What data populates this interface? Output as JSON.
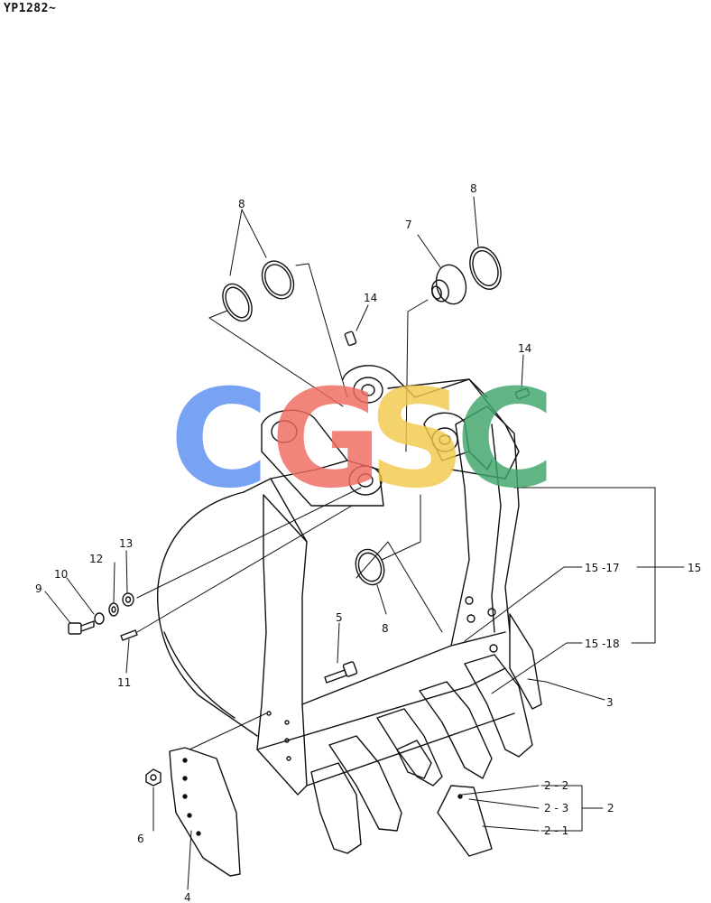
{
  "model_code": "YP1282~",
  "watermark": {
    "letters": [
      "C",
      "G",
      "S",
      "C"
    ],
    "colors": [
      "#5b8ff0",
      "#ef6a5f",
      "#f2c94c",
      "#3fa66b"
    ]
  },
  "labels": {
    "p2": "2",
    "p2_1": "2 - 1",
    "p2_2": "2 - 2",
    "p2_3": "2 - 3",
    "p3": "3",
    "p4": "4",
    "p5": "5",
    "p6": "6",
    "p7": "7",
    "p8a": "8",
    "p8b": "8",
    "p8c": "8",
    "p9": "9",
    "p10": "10",
    "p11": "11",
    "p12": "12",
    "p13": "13",
    "p14a": "14",
    "p14b": "14",
    "p15": "15",
    "p15_17": "15 -17",
    "p15_18": "15 -18"
  }
}
